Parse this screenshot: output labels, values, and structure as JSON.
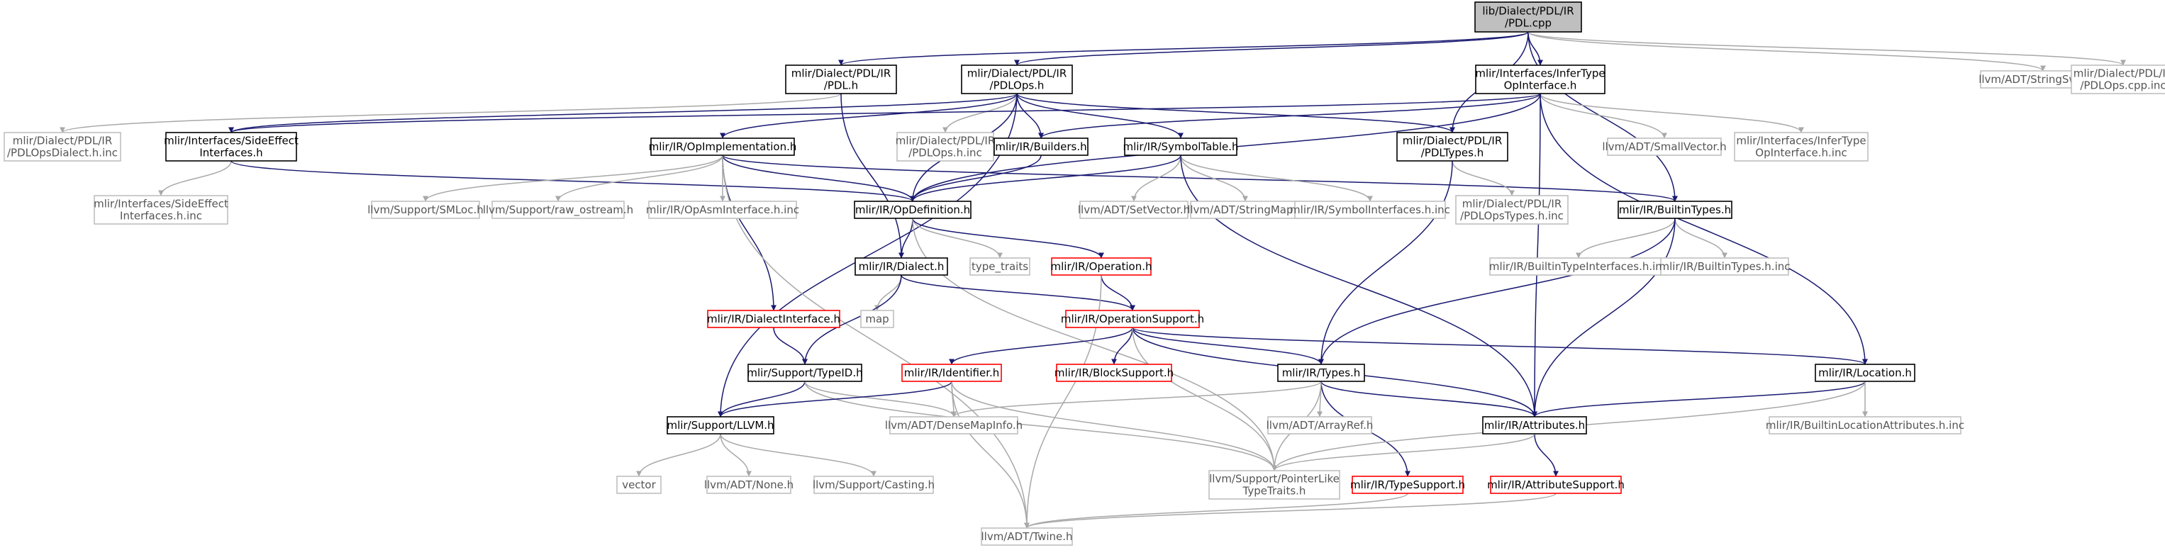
{
  "colors": {
    "edge": "#191970",
    "edge_light": "#a8a8a8",
    "node_border": "#000000",
    "node_border_gray": "#bfbfbf",
    "node_border_red": "#ff0000",
    "root_fill": "#bfbfbf",
    "node_fill": "#ffffff"
  },
  "nodes": [
    {
      "id": "pdl_cpp",
      "label": "lib/Dialect/PDL/IR\n/PDL.cpp",
      "style": "root"
    },
    {
      "id": "pdl_h",
      "label": "mlir/Dialect/PDL/IR\n/PDL.h",
      "style": "normal"
    },
    {
      "id": "pdlops_h",
      "label": "mlir/Dialect/PDL/IR\n/PDLOps.h",
      "style": "normal"
    },
    {
      "id": "infertype_h",
      "label": "mlir/Interfaces/InferType\nOpInterface.h",
      "style": "normal"
    },
    {
      "id": "stringswitch",
      "label": "llvm/ADT/StringSwitch.h",
      "style": "gray"
    },
    {
      "id": "pdlops_cpp_inc",
      "label": "mlir/Dialect/PDL/IR\n/PDLOps.cpp.inc",
      "style": "gray"
    },
    {
      "id": "pdlopsdialect_inc",
      "label": "mlir/Dialect/PDL/IR\n/PDLOpsDialect.h.inc",
      "style": "gray"
    },
    {
      "id": "sideeffect_h",
      "label": "mlir/Interfaces/SideEffect\nInterfaces.h",
      "style": "normal"
    },
    {
      "id": "opimpl_h",
      "label": "mlir/IR/OpImplementation.h",
      "style": "normal"
    },
    {
      "id": "pdlops_h_inc",
      "label": "mlir/Dialect/PDL/IR\n/PDLOps.h.inc",
      "style": "gray"
    },
    {
      "id": "builders_h",
      "label": "mlir/IR/Builders.h",
      "style": "normal"
    },
    {
      "id": "symboltable_h",
      "label": "mlir/IR/SymbolTable.h",
      "style": "normal"
    },
    {
      "id": "pdltypes_h",
      "label": "mlir/Dialect/PDL/IR\n/PDLTypes.h",
      "style": "normal"
    },
    {
      "id": "smallvector",
      "label": "llvm/ADT/SmallVector.h",
      "style": "gray"
    },
    {
      "id": "infertype_inc",
      "label": "mlir/Interfaces/InferType\nOpInterface.h.inc",
      "style": "gray"
    },
    {
      "id": "sideeffect_inc",
      "label": "mlir/Interfaces/SideEffect\nInterfaces.h.inc",
      "style": "gray"
    },
    {
      "id": "smloc",
      "label": "llvm/Support/SMLoc.h",
      "style": "gray"
    },
    {
      "id": "raw_ostream",
      "label": "llvm/Support/raw_ostream.h",
      "style": "gray"
    },
    {
      "id": "opasm_inc",
      "label": "mlir/IR/OpAsmInterface.h.inc",
      "style": "gray"
    },
    {
      "id": "opdef_h",
      "label": "mlir/IR/OpDefinition.h",
      "style": "normal"
    },
    {
      "id": "setvector",
      "label": "llvm/ADT/SetVector.h",
      "style": "gray"
    },
    {
      "id": "stringmap",
      "label": "llvm/ADT/StringMap.h",
      "style": "gray"
    },
    {
      "id": "symbolinterfaces_inc",
      "label": "mlir/IR/SymbolInterfaces.h.inc",
      "style": "gray"
    },
    {
      "id": "pdlopstypes_inc",
      "label": "mlir/Dialect/PDL/IR\n/PDLOpsTypes.h.inc",
      "style": "gray"
    },
    {
      "id": "builtintypes_h",
      "label": "mlir/IR/BuiltinTypes.h",
      "style": "normal"
    },
    {
      "id": "dialect_h",
      "label": "mlir/IR/Dialect.h",
      "style": "normal"
    },
    {
      "id": "type_traits",
      "label": "type_traits",
      "style": "gray"
    },
    {
      "id": "operation_h",
      "label": "mlir/IR/Operation.h",
      "style": "red"
    },
    {
      "id": "builtintypeinterfaces_inc",
      "label": "mlir/IR/BuiltinTypeInterfaces.h.inc",
      "style": "gray"
    },
    {
      "id": "builtintypes_inc",
      "label": "mlir/IR/BuiltinTypes.h.inc",
      "style": "gray"
    },
    {
      "id": "map",
      "label": "map",
      "style": "gray"
    },
    {
      "id": "dialectinterface_h",
      "label": "mlir/IR/DialectInterface.h",
      "style": "red"
    },
    {
      "id": "opsupport_h",
      "label": "mlir/IR/OperationSupport.h",
      "style": "red"
    },
    {
      "id": "typeid_h",
      "label": "mlir/Support/TypeID.h",
      "style": "normal"
    },
    {
      "id": "identifier_h",
      "label": "mlir/IR/Identifier.h",
      "style": "red"
    },
    {
      "id": "blocksupport_h",
      "label": "mlir/IR/BlockSupport.h",
      "style": "red"
    },
    {
      "id": "types_h",
      "label": "mlir/IR/Types.h",
      "style": "normal"
    },
    {
      "id": "location_h",
      "label": "mlir/IR/Location.h",
      "style": "normal"
    },
    {
      "id": "llvm_h",
      "label": "mlir/Support/LLVM.h",
      "style": "normal"
    },
    {
      "id": "densemapinfo",
      "label": "llvm/ADT/DenseMapInfo.h",
      "style": "gray"
    },
    {
      "id": "arrayref",
      "label": "llvm/ADT/ArrayRef.h",
      "style": "gray"
    },
    {
      "id": "attributes_h",
      "label": "mlir/IR/Attributes.h",
      "style": "normal"
    },
    {
      "id": "builtinlocattr_inc",
      "label": "mlir/IR/BuiltinLocationAttributes.h.inc",
      "style": "gray"
    },
    {
      "id": "vector",
      "label": "vector",
      "style": "gray"
    },
    {
      "id": "none_h",
      "label": "llvm/ADT/None.h",
      "style": "gray"
    },
    {
      "id": "casting_h",
      "label": "llvm/Support/Casting.h",
      "style": "gray"
    },
    {
      "id": "pointerlike",
      "label": "llvm/Support/PointerLike\nTypeTraits.h",
      "style": "gray"
    },
    {
      "id": "typesupport_h",
      "label": "mlir/IR/TypeSupport.h",
      "style": "red"
    },
    {
      "id": "attrsupport_h",
      "label": "mlir/IR/AttributeSupport.h",
      "style": "red"
    },
    {
      "id": "twine_h",
      "label": "llvm/ADT/Twine.h",
      "style": "gray"
    }
  ],
  "edges": [
    [
      "pdl_cpp",
      "pdl_h"
    ],
    [
      "pdl_cpp",
      "pdlops_h"
    ],
    [
      "pdl_cpp",
      "infertype_h"
    ],
    [
      "pdl_cpp",
      "pdltypes_h"
    ],
    [
      "pdl_cpp",
      "builtintypes_h"
    ],
    [
      "pdl_cpp",
      "stringswitch"
    ],
    [
      "pdl_cpp",
      "pdlops_cpp_inc"
    ],
    [
      "pdl_h",
      "pdlopsdialect_inc"
    ],
    [
      "pdl_h",
      "dialect_h"
    ],
    [
      "pdlops_h",
      "sideeffect_h"
    ],
    [
      "pdlops_h",
      "opimpl_h"
    ],
    [
      "pdlops_h",
      "pdlops_h_inc"
    ],
    [
      "pdlops_h",
      "builders_h"
    ],
    [
      "pdlops_h",
      "symboltable_h"
    ],
    [
      "pdlops_h",
      "pdltypes_h"
    ],
    [
      "pdlops_h",
      "llvm_h"
    ],
    [
      "pdlops_h",
      "opdef_h"
    ],
    [
      "infertype_h",
      "builders_h"
    ],
    [
      "infertype_h",
      "smallvector"
    ],
    [
      "infertype_h",
      "infertype_inc"
    ],
    [
      "infertype_h",
      "location_h"
    ],
    [
      "infertype_h",
      "opdef_h"
    ],
    [
      "infertype_h",
      "attributes_h"
    ],
    [
      "infertype_h",
      "sideeffect_h"
    ],
    [
      "sideeffect_h",
      "sideeffect_inc"
    ],
    [
      "sideeffect_h",
      "opdef_h"
    ],
    [
      "opimpl_h",
      "smloc"
    ],
    [
      "opimpl_h",
      "raw_ostream"
    ],
    [
      "opimpl_h",
      "opasm_inc"
    ],
    [
      "opimpl_h",
      "opdef_h"
    ],
    [
      "opimpl_h",
      "dialectinterface_h"
    ],
    [
      "opimpl_h",
      "builtintypes_h"
    ],
    [
      "opimpl_h",
      "twine_h"
    ],
    [
      "builders_h",
      "opdef_h"
    ],
    [
      "symboltable_h",
      "opdef_h"
    ],
    [
      "symboltable_h",
      "setvector"
    ],
    [
      "symboltable_h",
      "stringmap"
    ],
    [
      "symboltable_h",
      "symbolinterfaces_inc"
    ],
    [
      "symboltable_h",
      "attributes_h"
    ],
    [
      "pdltypes_h",
      "pdlopstypes_inc"
    ],
    [
      "pdltypes_h",
      "types_h"
    ],
    [
      "opdef_h",
      "dialect_h"
    ],
    [
      "opdef_h",
      "type_traits"
    ],
    [
      "opdef_h",
      "operation_h"
    ],
    [
      "opdef_h",
      "pointerlike"
    ],
    [
      "builtintypes_h",
      "builtintypeinterfaces_inc"
    ],
    [
      "builtintypes_h",
      "builtintypes_inc"
    ],
    [
      "builtintypes_h",
      "types_h"
    ],
    [
      "builtintypes_h",
      "attributes_h"
    ],
    [
      "dialect_h",
      "map"
    ],
    [
      "dialect_h",
      "typeid_h"
    ],
    [
      "dialect_h",
      "opsupport_h"
    ],
    [
      "operation_h",
      "opsupport_h"
    ],
    [
      "operation_h",
      "twine_h"
    ],
    [
      "dialectinterface_h",
      "typeid_h"
    ],
    [
      "opsupport_h",
      "identifier_h"
    ],
    [
      "opsupport_h",
      "blocksupport_h"
    ],
    [
      "opsupport_h",
      "types_h"
    ],
    [
      "opsupport_h",
      "location_h"
    ],
    [
      "opsupport_h",
      "attributes_h"
    ],
    [
      "opsupport_h",
      "pointerlike"
    ],
    [
      "typeid_h",
      "llvm_h"
    ],
    [
      "typeid_h",
      "densemapinfo"
    ],
    [
      "typeid_h",
      "pointerlike"
    ],
    [
      "identifier_h",
      "llvm_h"
    ],
    [
      "identifier_h",
      "densemapinfo"
    ],
    [
      "identifier_h",
      "pointerlike"
    ],
    [
      "identifier_h",
      "twine_h"
    ],
    [
      "types_h",
      "densemapinfo"
    ],
    [
      "types_h",
      "arrayref"
    ],
    [
      "types_h",
      "attributes_h"
    ],
    [
      "types_h",
      "typesupport_h"
    ],
    [
      "types_h",
      "pointerlike"
    ],
    [
      "location_h",
      "attributes_h"
    ],
    [
      "location_h",
      "builtinlocattr_inc"
    ],
    [
      "location_h",
      "pointerlike"
    ],
    [
      "llvm_h",
      "vector"
    ],
    [
      "llvm_h",
      "none_h"
    ],
    [
      "llvm_h",
      "casting_h"
    ],
    [
      "attributes_h",
      "attrsupport_h"
    ],
    [
      "attributes_h",
      "pointerlike"
    ],
    [
      "typesupport_h",
      "twine_h"
    ],
    [
      "attrsupport_h",
      "twine_h"
    ]
  ]
}
